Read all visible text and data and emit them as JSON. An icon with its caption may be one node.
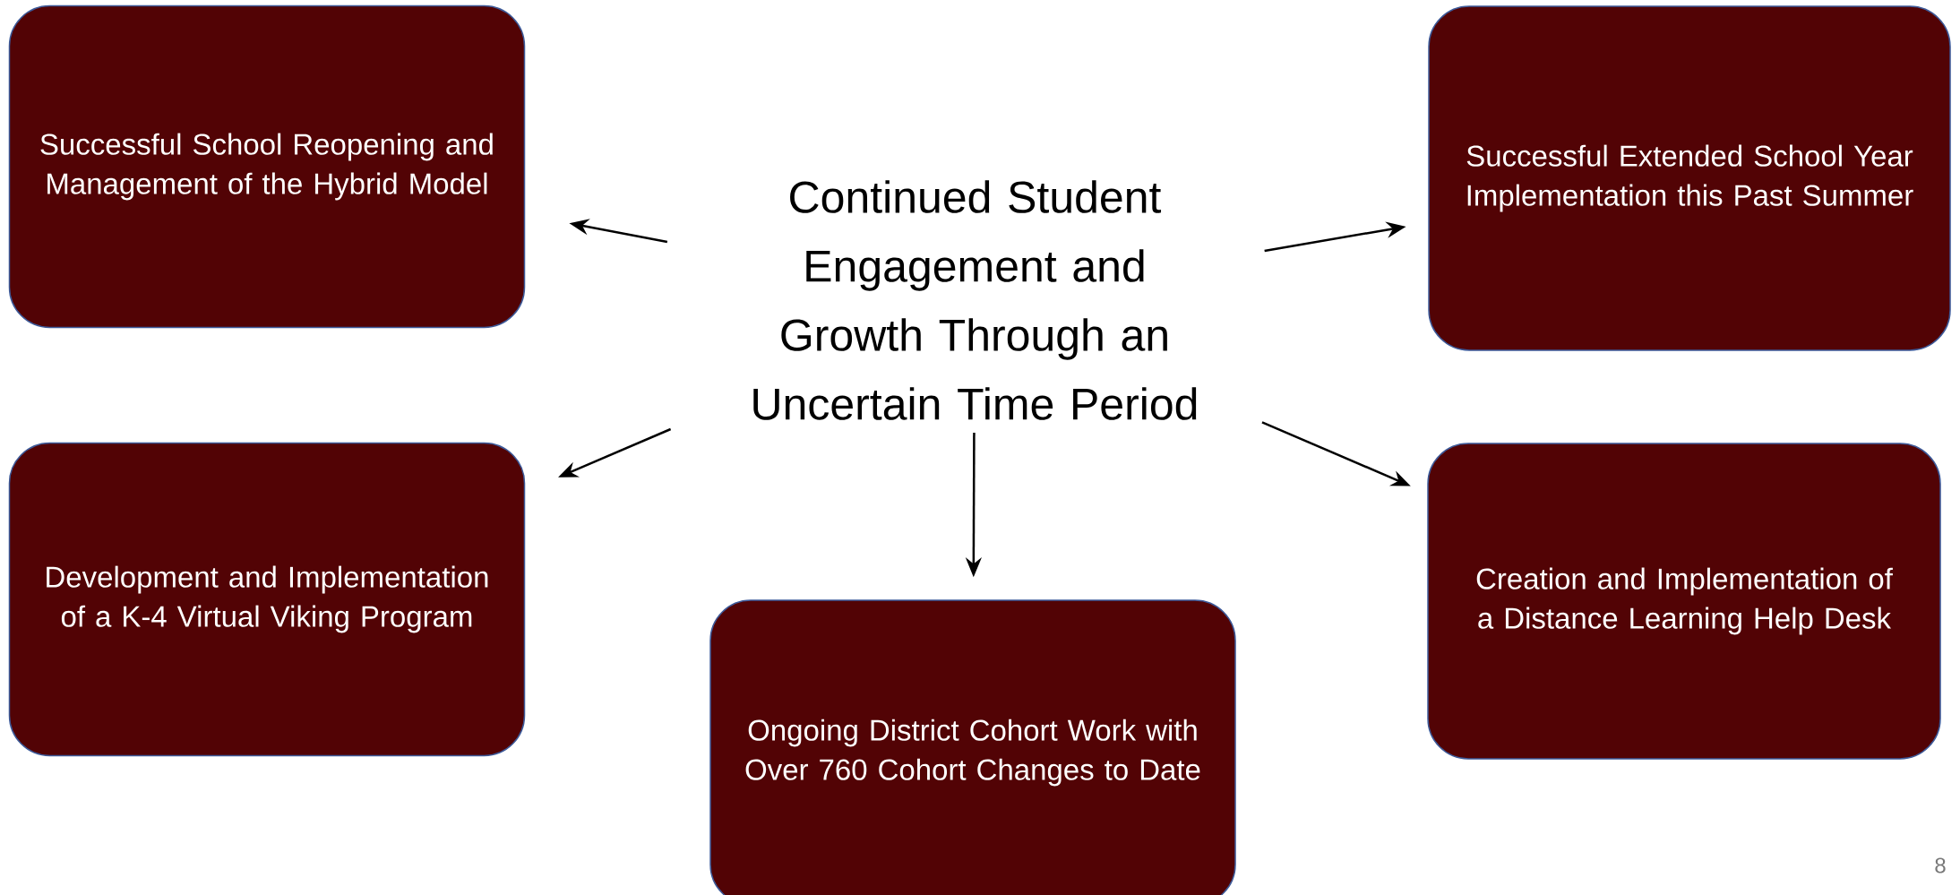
{
  "diagram": {
    "nodes": [
      {
        "text": [
          "Successful School Reopening and Management of the Hybrid Model"
        ]
      },
      {
        "text": [
          "Continued Student Engagement and Growth Through an Uncertain Time Period"
        ]
      },
      {
        "text": [
          "Successful Extended School Year Implementation this Past Summer"
        ]
      },
      {
        "text": [
          "Development and Implementation of a K-4 Virtual Viking Program"
        ]
      },
      {
        "text": [
          "Ongoing District Cohort Work with Over 760 Cohort Changes to Date"
        ]
      },
      {
        "text": [
          "Creation and Implementation of a Distance Learning Help Desk"
        ]
      }
    ],
    "edges": [
      {
        "from": 1,
        "to": 0,
        "arrow": "to"
      },
      {
        "from": 1,
        "to": 2,
        "arrow": "to"
      },
      {
        "from": 1,
        "to": 3,
        "arrow": "to"
      },
      {
        "from": 1,
        "to": 4,
        "arrow": "to"
      },
      {
        "from": 1,
        "to": 5,
        "arrow": "to"
      }
    ],
    "labels": [
      "8"
    ]
  }
}
